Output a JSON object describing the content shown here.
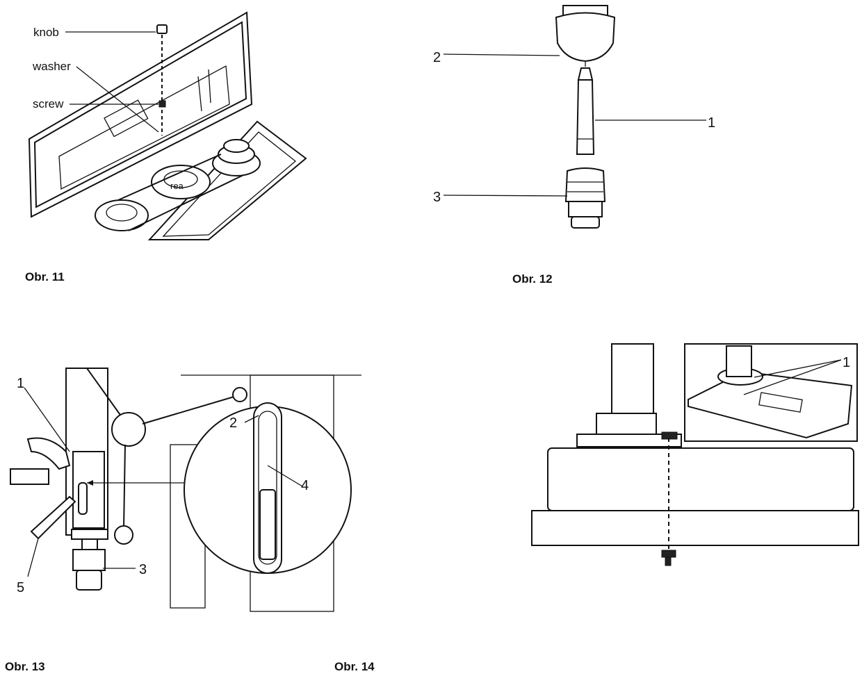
{
  "figures": [
    {
      "caption": "Obr. 11",
      "callouts": {
        "knob": "knob",
        "washer": "washer",
        "screw": "screw"
      }
    },
    {
      "caption": "Obr. 12",
      "callouts": {
        "n1": "1",
        "n2": "2",
        "n3": "3"
      }
    },
    {
      "caption": "Obr. 13",
      "callouts": {
        "n1": "1",
        "n2": "2",
        "n3": "3",
        "n4": "4",
        "n5": "5"
      }
    },
    {
      "caption": "Obr. 14",
      "callouts": {
        "n1": "1"
      }
    }
  ]
}
